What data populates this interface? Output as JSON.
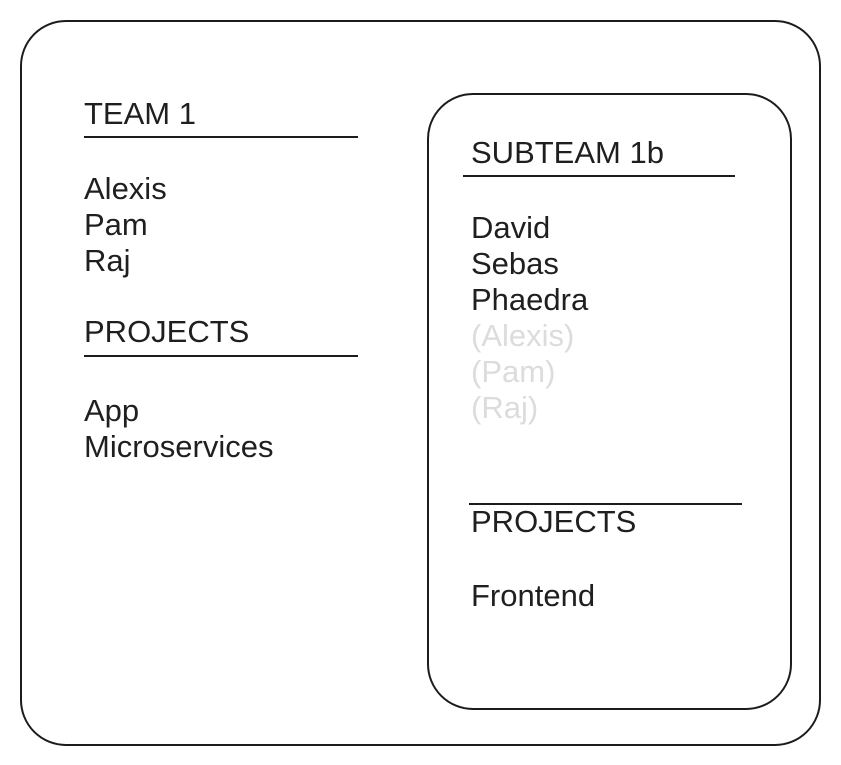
{
  "diagram": {
    "colors": {
      "line": "#1c1c1c",
      "text": "#1f1f1f",
      "inherited_text": "#dcdcdc",
      "background": "#ffffff"
    },
    "team_box": {
      "title": "TEAM 1",
      "members": [
        "Alexis",
        "Pam",
        "Raj"
      ],
      "projects_heading": "PROJECTS",
      "projects": [
        "App",
        "Microservices"
      ]
    },
    "subteam_box": {
      "title": "SUBTEAM 1b",
      "members": [
        "David",
        "Sebas",
        "Phaedra"
      ],
      "inherited_members": [
        "(Alexis)",
        "(Pam)",
        "(Raj)"
      ],
      "projects_heading": "PROJECTS",
      "projects": [
        "Frontend"
      ]
    }
  }
}
